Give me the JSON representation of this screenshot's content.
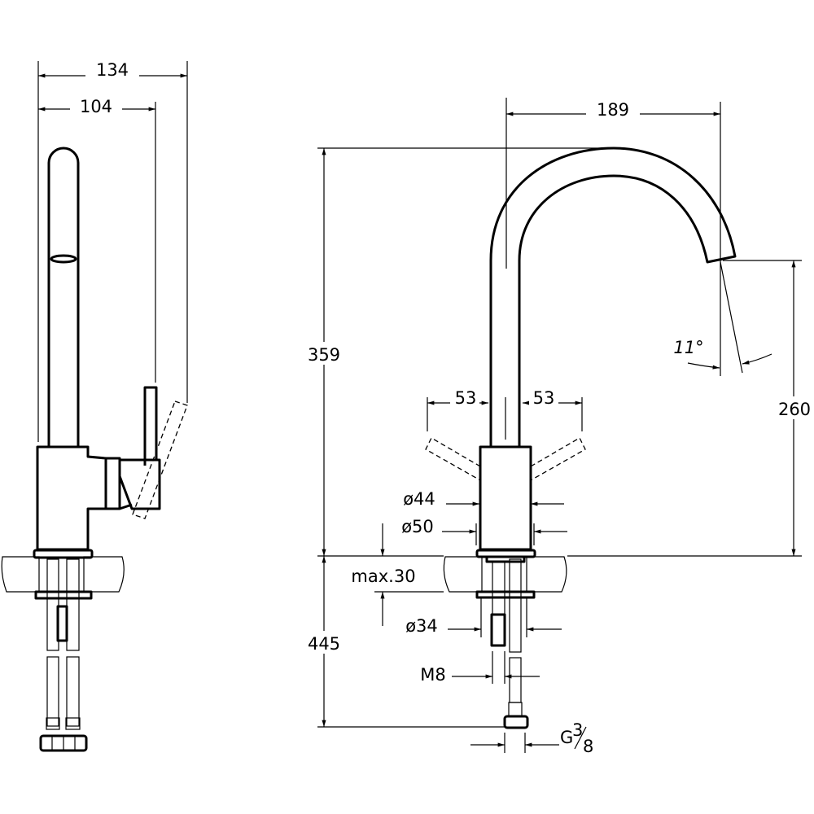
{
  "title": "Kitchen mixer tap technical drawing",
  "side_view": {
    "overall_depth": "134",
    "spout_depth": "104"
  },
  "front_view": {
    "spout_reach": "189",
    "total_height": "359",
    "outlet_height": "260",
    "outlet_angle": "11°",
    "lever_swing_left": "53",
    "lever_swing_right": "53",
    "body_diameter": "ø44",
    "base_diameter": "ø50",
    "max_counter_thickness": "max.30",
    "fixing_diameter": "ø34",
    "hose_length": "445",
    "stud_thread": "M8",
    "connection_thread_prefix": "G",
    "connection_thread_num": "3",
    "connection_thread_den": "8"
  }
}
